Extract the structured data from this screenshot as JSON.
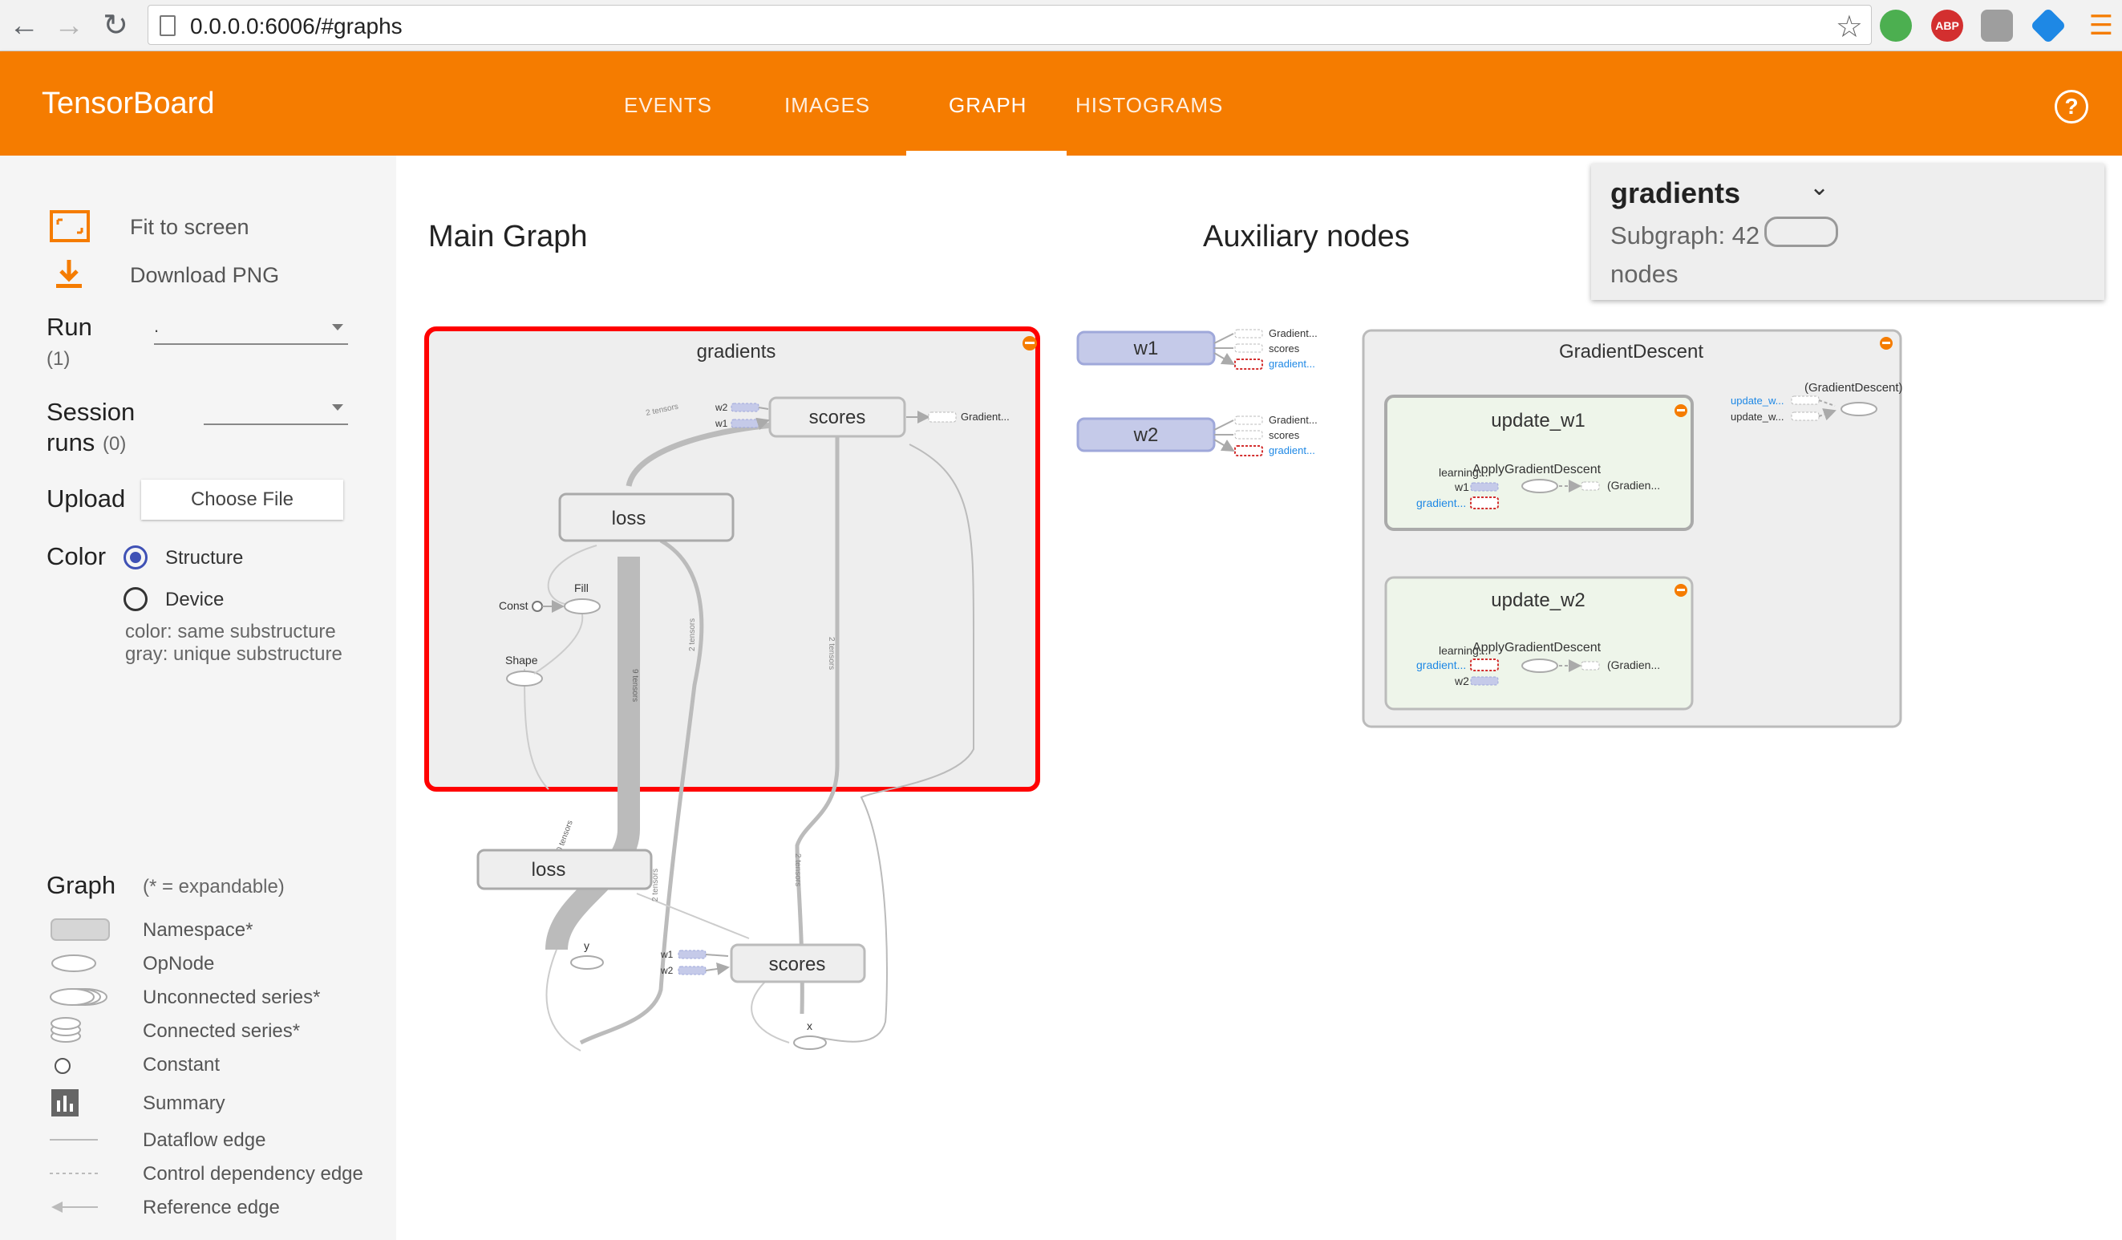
{
  "browser": {
    "url": "0.0.0.0:6006/#graphs",
    "extensions": [
      {
        "name": "chrome-extension-icon",
        "color": "#4caf50"
      },
      {
        "name": "abp-icon",
        "label": "ABP",
        "color": "#d32f2f"
      },
      {
        "name": "generic-extension-icon",
        "color": "#9e9e9e"
      },
      {
        "name": "blue-extension-icon",
        "color": "#1e88e5"
      }
    ]
  },
  "header": {
    "title": "TensorBoard",
    "tabs": [
      {
        "label": "EVENTS"
      },
      {
        "label": "IMAGES"
      },
      {
        "label": "GRAPH"
      },
      {
        "label": "HISTOGRAMS"
      }
    ],
    "active_tab": "GRAPH",
    "accent": "#f57c00"
  },
  "sidebar": {
    "fit_label": "Fit to screen",
    "download_label": "Download PNG",
    "run_label": "Run",
    "run_count": "(1)",
    "run_value": ".",
    "session_label_1": "Session",
    "session_label_2": "runs",
    "session_count": "(0)",
    "upload_label": "Upload",
    "choose_file": "Choose File",
    "color_label": "Color",
    "color_options": [
      {
        "label": "Structure",
        "selected": true
      },
      {
        "label": "Device",
        "selected": false
      }
    ],
    "color_note_1": "color: same substructure",
    "color_note_2": "gray: unique substructure",
    "legend": {
      "title": "Graph",
      "hint": "(* = expandable)",
      "items": [
        {
          "label": "Namespace*",
          "icon": "namespace-icon"
        },
        {
          "label": "OpNode",
          "icon": "opnode-icon"
        },
        {
          "label": "Unconnected series*",
          "icon": "unconnected-series-icon"
        },
        {
          "label": "Connected series*",
          "icon": "connected-series-icon"
        },
        {
          "label": "Constant",
          "icon": "constant-icon"
        },
        {
          "label": "Summary",
          "icon": "summary-icon"
        },
        {
          "label": "Dataflow edge",
          "icon": "dataflow-edge-icon"
        },
        {
          "label": "Control dependency edge",
          "icon": "control-edge-icon"
        },
        {
          "label": "Reference edge",
          "icon": "reference-edge-icon"
        }
      ]
    }
  },
  "main": {
    "main_graph_title": "Main Graph",
    "aux_title": "Auxiliary nodes",
    "info_card": {
      "title": "gradients",
      "subtitle": "Subgraph: 42 nodes"
    }
  },
  "graph": {
    "gradients_label": "gradients",
    "scores_label": "scores",
    "loss_label": "loss",
    "inner_w2": "w2",
    "inner_w1": "w1",
    "gradient_trunc": "Gradient...",
    "const_label": "Const",
    "fill_label": "Fill",
    "shape_label": "Shape",
    "edge_2_tensors": "2 tensors",
    "edge_9_tensors": "9 tensors",
    "edge_10_tensors": "10 tensors",
    "outer_loss": "loss",
    "outer_scores": "scores",
    "y_label": "y",
    "x_label": "x",
    "outer_w1": "w1",
    "outer_w2": "w2",
    "aux_w1": "w1",
    "aux_w2": "w2",
    "aux_out_1": "Gradient...",
    "aux_out_2": "scores",
    "aux_out_3": "gradient...",
    "gd_label": "GradientDescent",
    "update_w1": "update_w1",
    "update_w2": "update_w2",
    "learning_trunc": "learning...",
    "apply_gd": "ApplyGradientDescent",
    "gradien_trunc": "(Gradien...",
    "gradient_link": "gradient...",
    "update_w_1": "update_w...",
    "update_w_2": "update_w...",
    "gd_paren": "(GradientDescent)"
  }
}
